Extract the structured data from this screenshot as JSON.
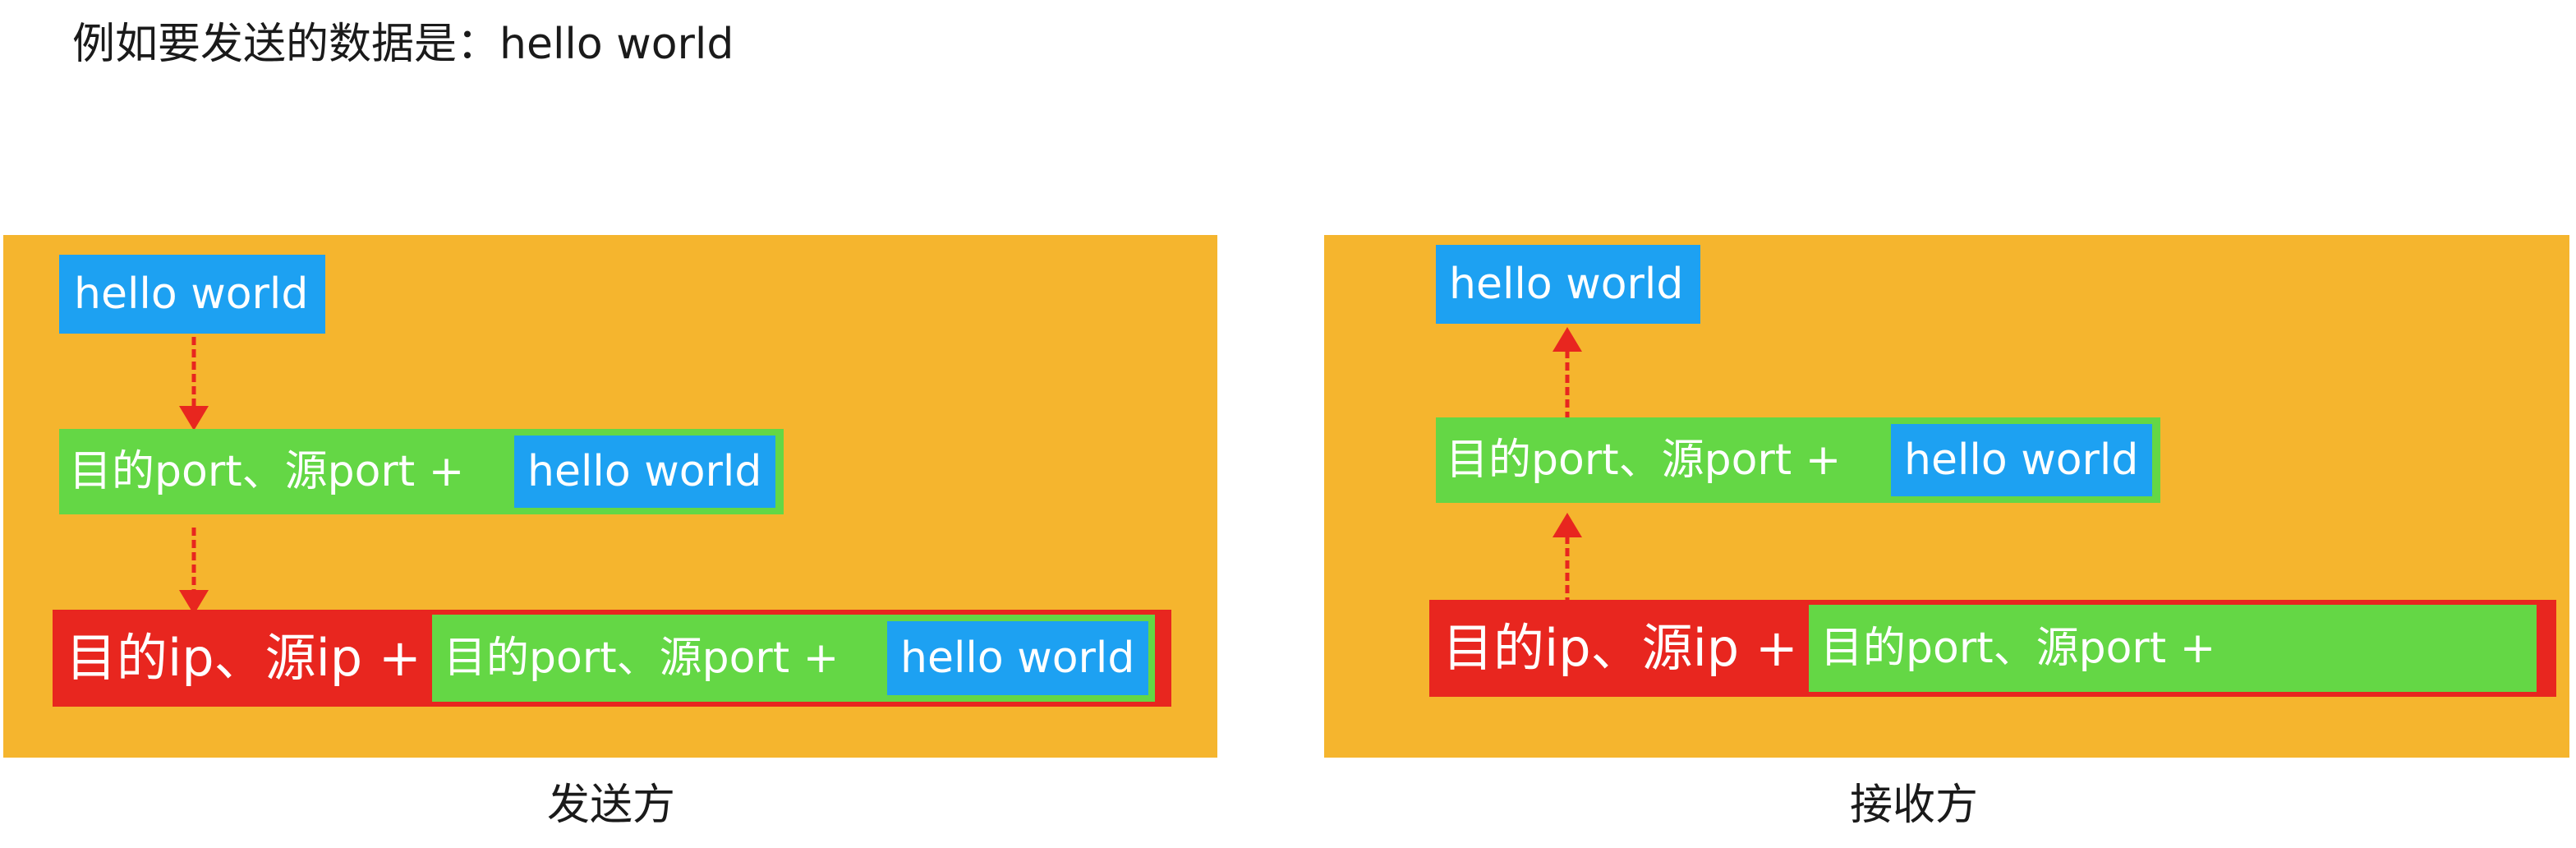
{
  "title": "例如要发送的数据是：hello world",
  "colors": {
    "panel": "#F5B52E",
    "data": "#1DA1F2",
    "port_layer": "#64D745",
    "ip_layer": "#E8261F",
    "arrow": "#E8261F"
  },
  "sender": {
    "caption": "发送方",
    "payload": "hello world",
    "port_header": "目的port、源port +",
    "ip_header": "目的ip、源ip +"
  },
  "receiver": {
    "caption": "接收方",
    "payload": "hello world",
    "port_header": "目的port、源port +",
    "ip_header": "目的ip、源ip +"
  }
}
